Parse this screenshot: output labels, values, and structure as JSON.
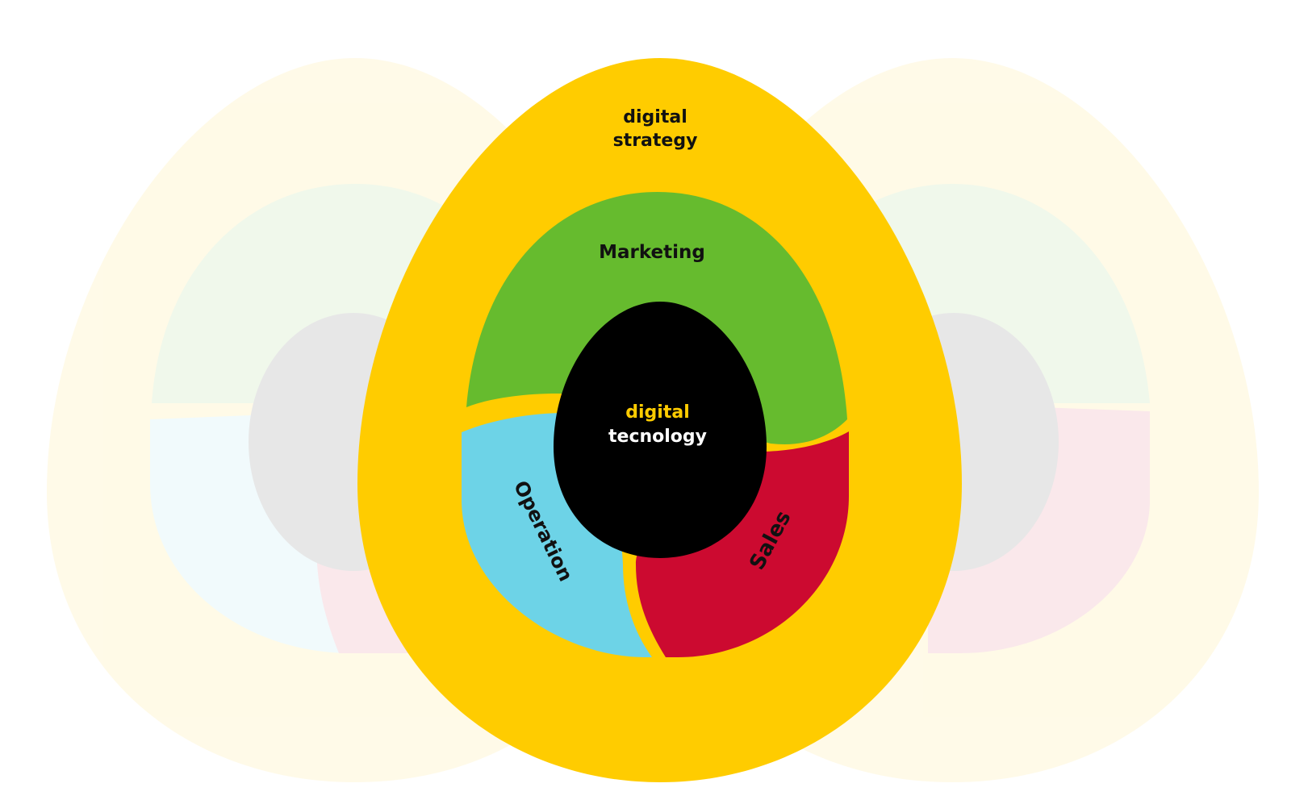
{
  "diagram": {
    "outer_ring": {
      "line1": "digital",
      "line2": "strategy"
    },
    "segments": {
      "top": "Marketing",
      "left": "Operation",
      "right": "Sales"
    },
    "core": {
      "line1": "digital",
      "line2": "tecnology"
    }
  },
  "colors": {
    "strategy_yellow": "#FFCC00",
    "marketing_green": "#66BB2E",
    "operation_blue": "#6DD3E7",
    "sales_red": "#CC0A30",
    "core_black": "#000000",
    "core_accent_text": "#FFCC00",
    "core_text": "#FFFFFF",
    "label_text": "#111111"
  }
}
